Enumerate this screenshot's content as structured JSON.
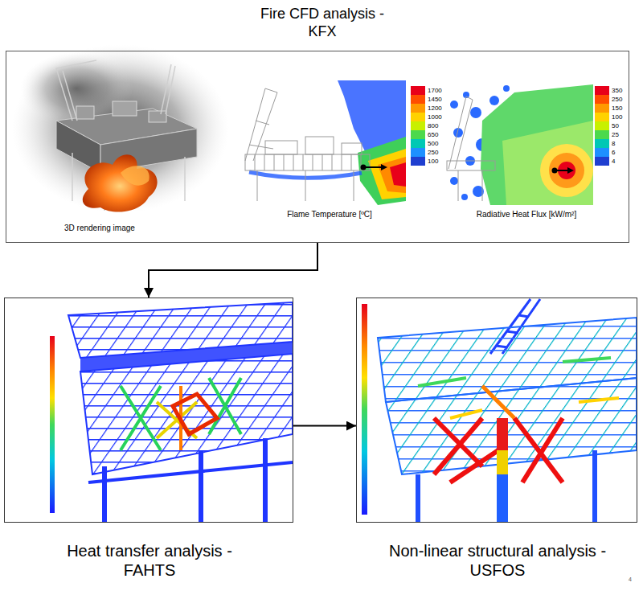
{
  "diagram": {
    "nodes": [
      {
        "text": [
          "Fire CFD analysis -KFX"
        ]
      },
      {
        "text": [
          "3D rendering image"
        ],
        "in": 0
      },
      {
        "text": [
          "Flame Temperature [ºC]"
        ],
        "in": 0
      },
      {
        "text": [
          "Radiative Heat Flux [kW/m²]"
        ],
        "in": 0
      },
      {
        "text": [
          "Heat transfer analysis -FAHTS"
        ]
      },
      {
        "text": [
          "Non-linear structural analysis -USFOS"
        ]
      }
    ],
    "edges": [
      {
        "from": 0,
        "to": 4,
        "arrow": "to"
      },
      {
        "from": 4,
        "to": 5,
        "arrow": "to"
      }
    ],
    "labels": [
      "4"
    ],
    "legend": [
      {
        "text": "1700",
        "color": "#e8001a"
      },
      {
        "text": "1450",
        "color": "#ff4d00"
      },
      {
        "text": "1200",
        "color": "#ff9900"
      },
      {
        "text": "1000",
        "color": "#ffd200"
      },
      {
        "text": "800",
        "color": "#c8f000"
      },
      {
        "text": "650",
        "color": "#4cd94c"
      },
      {
        "text": "500",
        "color": "#00c8b4"
      },
      {
        "text": "250",
        "color": "#1e90ff"
      },
      {
        "text": "100",
        "color": "#1f3fd0"
      },
      {
        "text": "350",
        "color": "#e8001a"
      },
      {
        "text": "250",
        "color": "#ff4d00"
      },
      {
        "text": "150",
        "color": "#ff9900"
      },
      {
        "text": "100",
        "color": "#ffd200"
      },
      {
        "text": "50",
        "color": "#c8f000"
      },
      {
        "text": "25",
        "color": "#4cd94c"
      },
      {
        "text": "8",
        "color": "#00c8b4"
      },
      {
        "text": "6",
        "color": "#1e90ff"
      },
      {
        "text": "4",
        "color": "#1f3fd0"
      }
    ]
  }
}
